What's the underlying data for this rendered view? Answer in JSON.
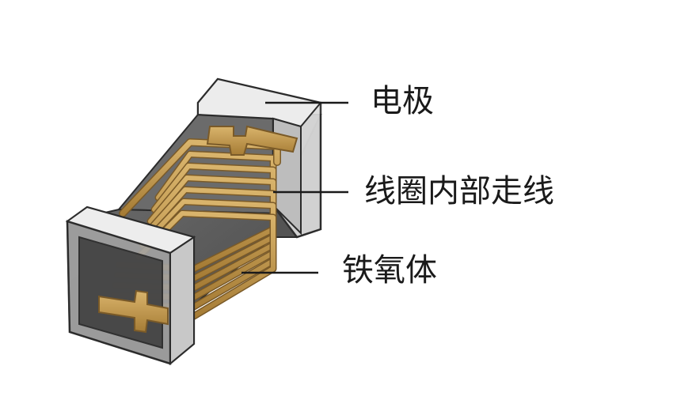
{
  "labels": {
    "electrode": "电极",
    "coil_trace": "线圈内部走线",
    "ferrite": "铁氧体"
  },
  "colors": {
    "ferrite_body": "#5c5c5c",
    "ferrite_dark": "#3a3a3a",
    "electrode_fill": "#d8d8d8",
    "electrode_edge": "#2b2b2b",
    "coil_copper": "#c49a52",
    "coil_shadow": "#7a5a28",
    "leader_line": "#1a1a1a"
  },
  "icons": {
    "component": "chip-inductor-icon"
  }
}
